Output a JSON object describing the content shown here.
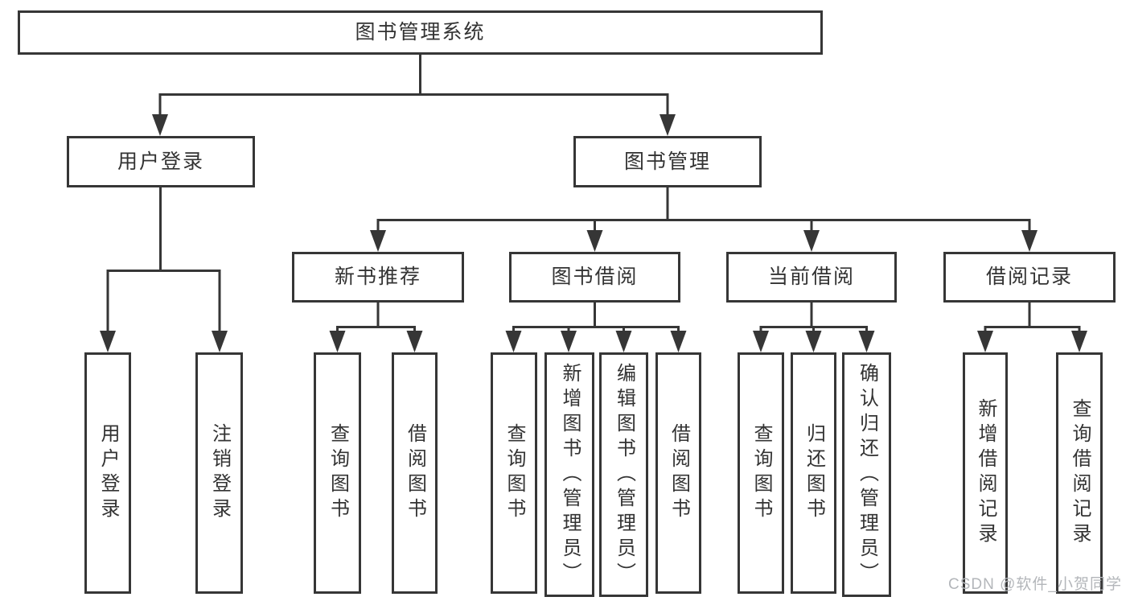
{
  "diagram": {
    "tree": {
      "root": {
        "label": "图书管理系统",
        "children": [
          {
            "label": "用户登录",
            "children": [
              {
                "label": "用户登录"
              },
              {
                "label": "注销登录"
              }
            ]
          },
          {
            "label": "图书管理",
            "children": [
              {
                "label": "新书推荐",
                "children": [
                  {
                    "label": "查询图书"
                  },
                  {
                    "label": "借阅图书"
                  }
                ]
              },
              {
                "label": "图书借阅",
                "children": [
                  {
                    "label": "查询图书"
                  },
                  {
                    "label": "新增图书（管理员）"
                  },
                  {
                    "label": "编辑图书（管理员）"
                  },
                  {
                    "label": "借阅图书"
                  }
                ]
              },
              {
                "label": "当前借阅",
                "children": [
                  {
                    "label": "查询图书"
                  },
                  {
                    "label": "归还图书"
                  },
                  {
                    "label": "确认归还（管理员）"
                  }
                ]
              },
              {
                "label": "借阅记录",
                "children": [
                  {
                    "label": "新增借阅记录"
                  },
                  {
                    "label": "查询借阅记录"
                  }
                ]
              }
            ]
          }
        ]
      }
    },
    "colors": {
      "line": "#363636",
      "text": "#333333",
      "watermark": "#b3b6ba",
      "background": "#ffffff"
    },
    "watermark": "CSDN @软件_小贺同学"
  }
}
